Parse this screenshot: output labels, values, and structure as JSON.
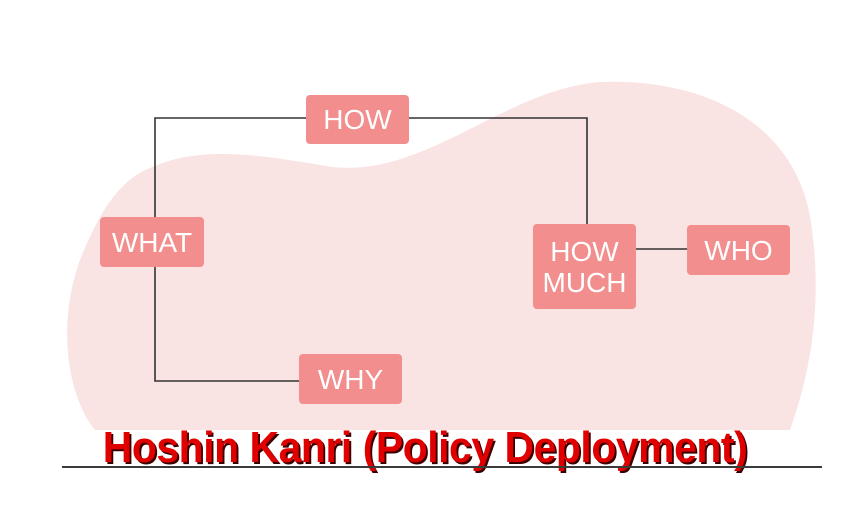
{
  "diagram": {
    "title": "Hoshin Kanri (Policy Deployment)",
    "nodes": [
      {
        "id": "what",
        "label": "WHAT"
      },
      {
        "id": "how",
        "label": "HOW"
      },
      {
        "id": "how_much",
        "label": "HOW\nMUCH"
      },
      {
        "id": "who",
        "label": "WHO"
      },
      {
        "id": "why",
        "label": "WHY"
      }
    ],
    "edges": [
      {
        "from": "what",
        "to": "how"
      },
      {
        "from": "how",
        "to": "how_much"
      },
      {
        "from": "how_much",
        "to": "who"
      },
      {
        "from": "what",
        "to": "why"
      }
    ],
    "colors": {
      "node_fill": "#f28e8e",
      "node_text": "#ffffff",
      "blob_fill": "#fae3e3",
      "connector": "#333333",
      "title": "#e00000"
    }
  }
}
